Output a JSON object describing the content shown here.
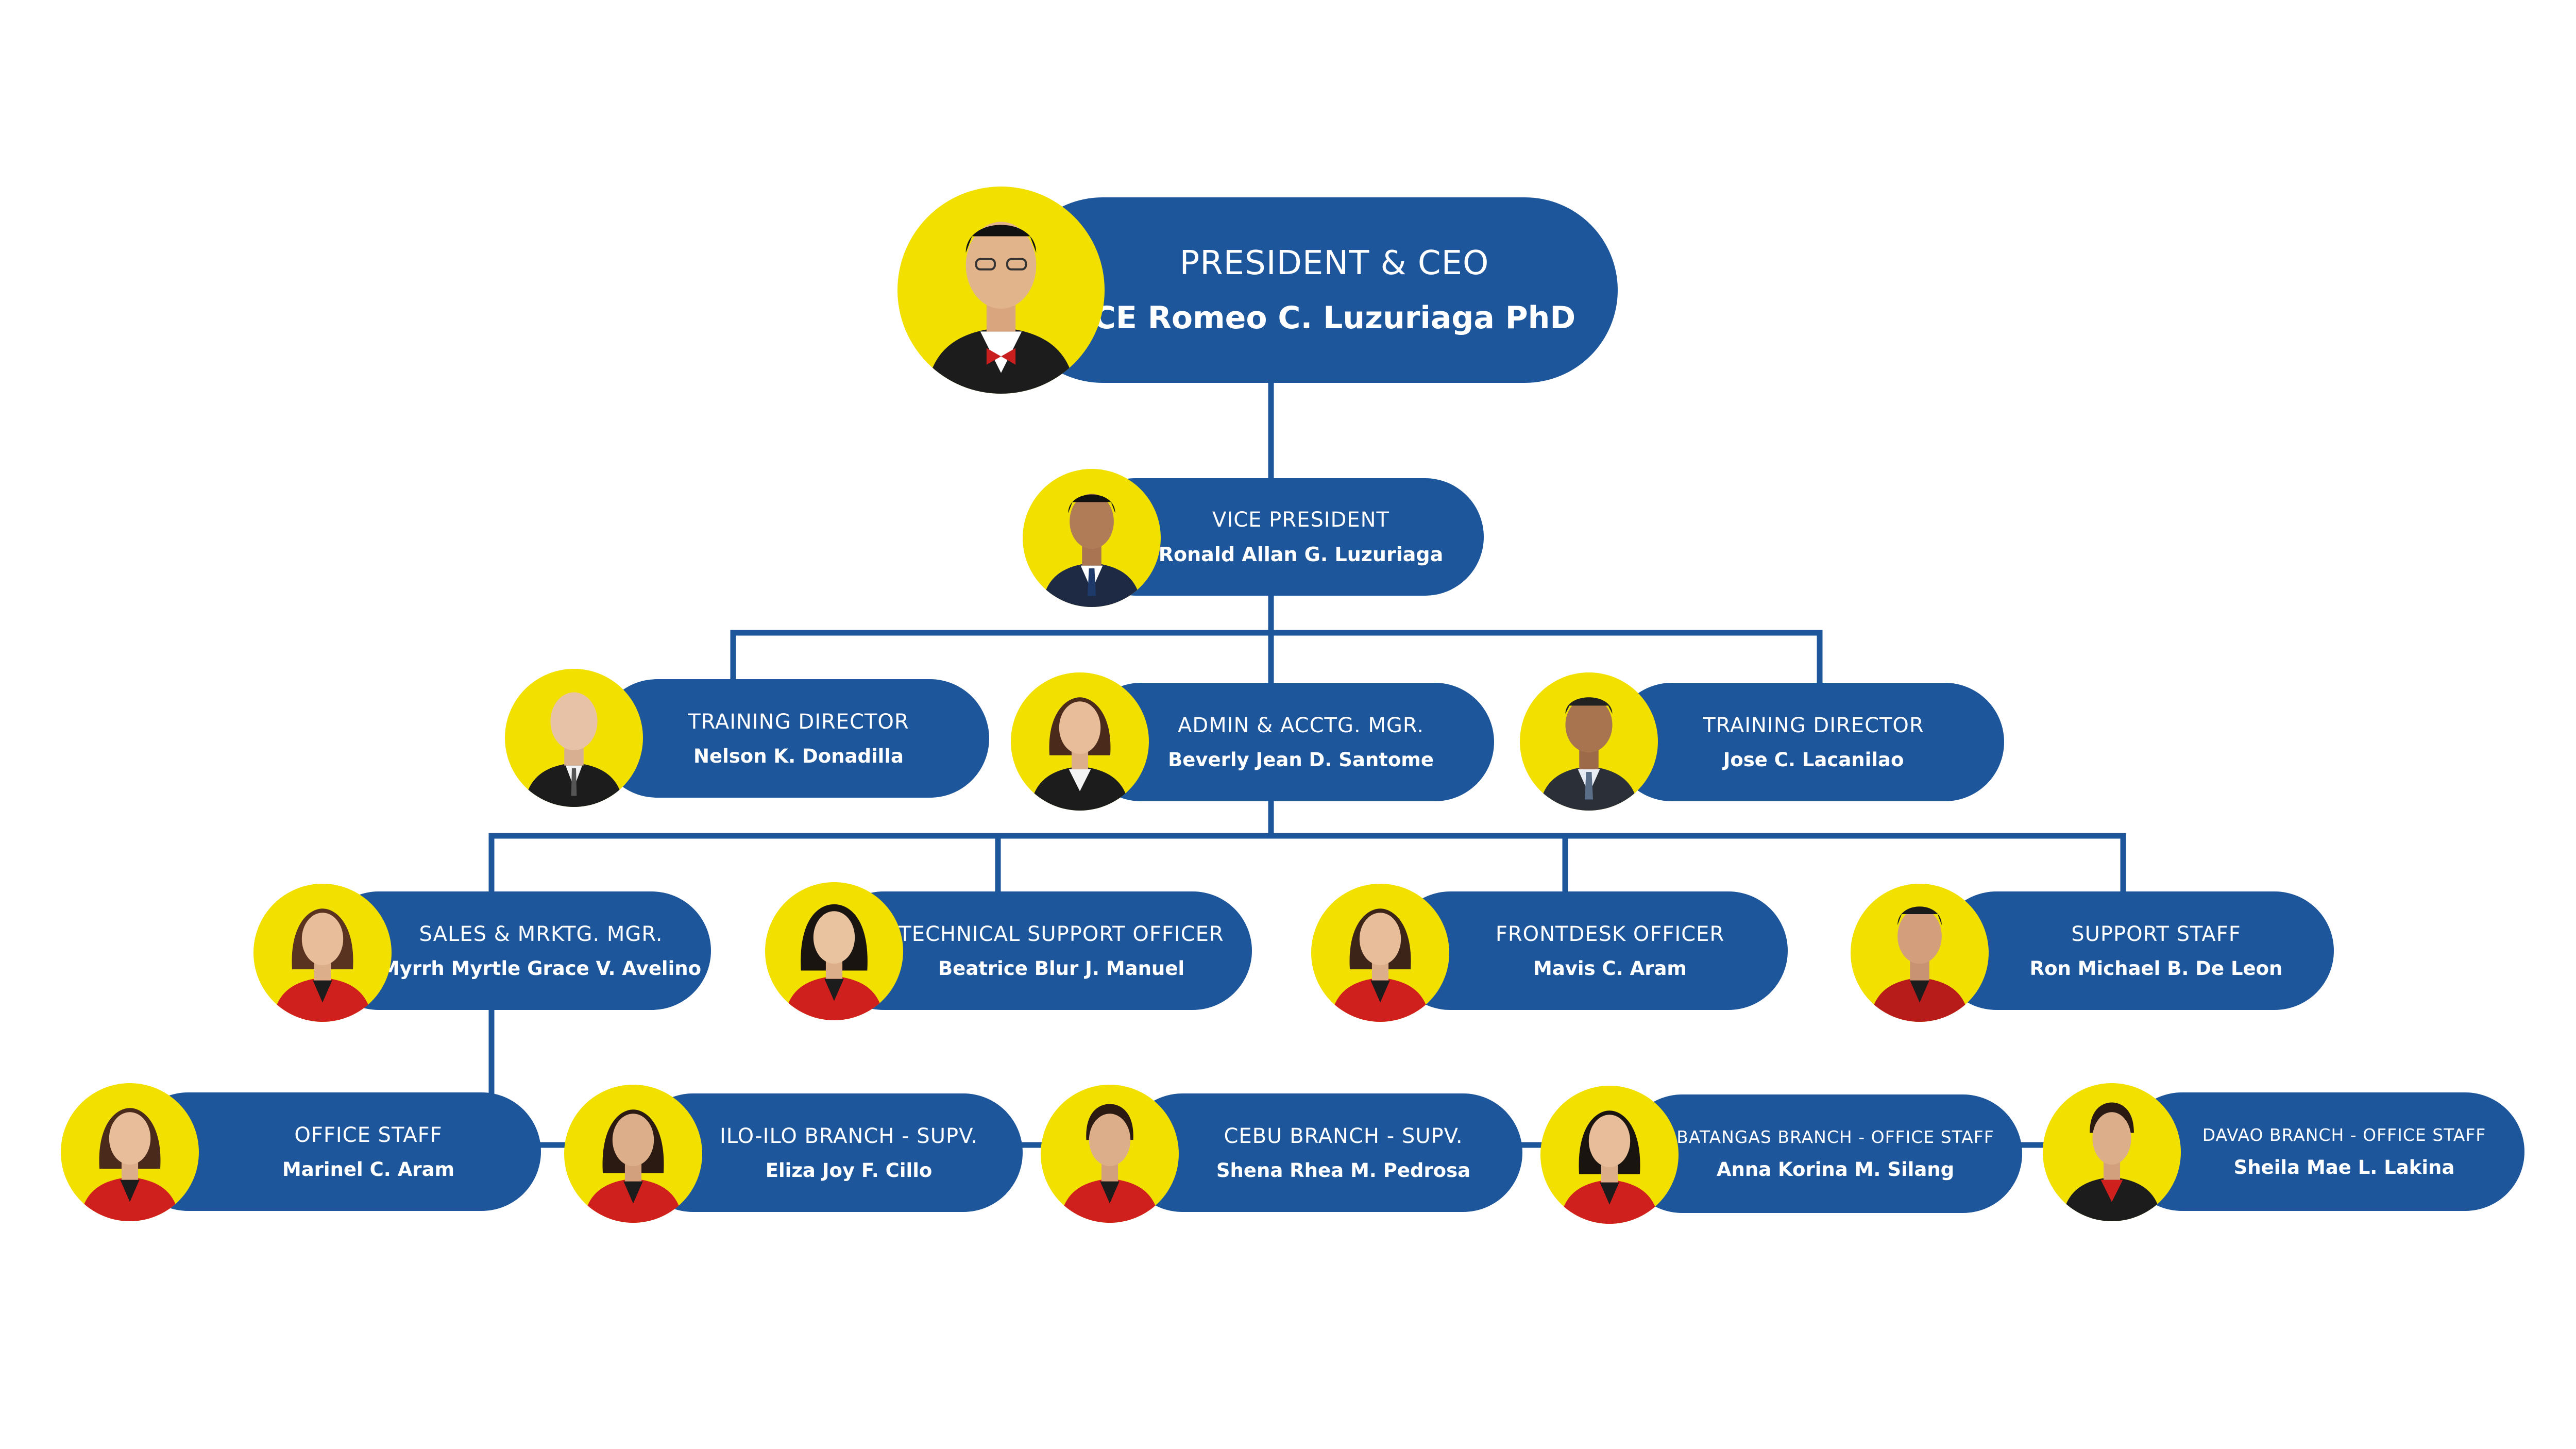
{
  "colors": {
    "pill": "#1e569c",
    "avatar_bg": "#f1e000",
    "connector": "#1e569c",
    "attire_red": "#d0201d",
    "attire_dark": "#1c1c1c"
  },
  "ceo": {
    "role": "PRESIDENT & CEO",
    "name": "CE Romeo C. Luzuriaga PhD",
    "photo": "photo-president"
  },
  "vp": {
    "role": "VICE PRESIDENT",
    "name": "Ronald Allan G. Luzuriaga",
    "photo": "photo-vice-president"
  },
  "level2": [
    {
      "role": "TRAINING DIRECTOR",
      "name": "Nelson K. Donadilla",
      "photo": "photo-training-director-1"
    },
    {
      "role": "ADMIN & ACCTG. MGR.",
      "name": "Beverly Jean D. Santome",
      "photo": "photo-admin-manager"
    },
    {
      "role": "TRAINING DIRECTOR",
      "name": "Jose C. Lacanilao",
      "photo": "photo-training-director-2"
    }
  ],
  "level3": [
    {
      "role": "SALES & MRKTG. MGR.",
      "name": "Myrrh Myrtle Grace V. Avelino",
      "photo": "photo-sales-manager"
    },
    {
      "role": "TECHNICAL SUPPORT OFFICER",
      "name": "Beatrice Blur J. Manuel",
      "photo": "photo-technical-support"
    },
    {
      "role": "FRONTDESK OFFICER",
      "name": "Mavis C. Aram",
      "photo": "photo-frontdesk"
    },
    {
      "role": "SUPPORT STAFF",
      "name": "Ron Michael B. De Leon",
      "photo": "photo-support-staff"
    }
  ],
  "level4": [
    {
      "role": "OFFICE STAFF",
      "name": "Marinel C. Aram",
      "photo": "photo-office-staff"
    },
    {
      "role": "ILO-ILO BRANCH - SUPV.",
      "name": "Eliza Joy F. Cillo",
      "photo": "photo-iloilo-supervisor"
    },
    {
      "role": "CEBU BRANCH - SUPV.",
      "name": "Shena Rhea M. Pedrosa",
      "photo": "photo-cebu-supervisor"
    },
    {
      "role": "BATANGAS BRANCH - OFFICE STAFF",
      "name": "Anna Korina M. Silang",
      "photo": "photo-batangas-staff"
    },
    {
      "role": "DAVAO BRANCH - OFFICE STAFF",
      "name": "Sheila Mae L. Lakina",
      "photo": "photo-davao-staff"
    }
  ]
}
